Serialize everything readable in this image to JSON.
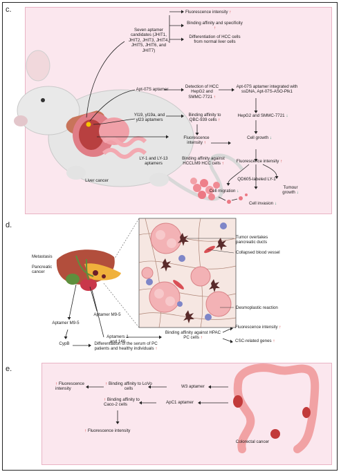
{
  "panel_c": {
    "label": "c.",
    "seven_aptamers": "Seven aptamer candidates (JHIT1, JHIT2, JHIT3, JHIT4, JHIT5, JHIT6, and JHIT7)",
    "fluor1": "Fluorescence intensity",
    "binding_specificity": "Binding affinity and specificity",
    "differentiation_hcc": "Differentiation of HCC cells from normal liver cells",
    "apt07s": "Apt-07S aptamer",
    "detection_hcc": "Detection of HCC HepG2 and SMMC-7721",
    "apt07s_integrated": "Apt-07S aptamer integrated with ssDNA, Apt-07S-ASO-Plk1",
    "hepg2_smmc": "HepG2 and SMMC-7721",
    "cell_growth": "Cell growth",
    "yl_aptamers": "Yl19, yl19a, and yl23 aptamers",
    "binding_qbc": "Binding affinity to QBC-939 cells",
    "fluor2": "Fluorescence intensity",
    "ly_aptamers": "LY-1 and LY-13 aptamers",
    "binding_hcclm9": "Binding affinity against HCCLM9 HCC cells",
    "fluor3": "Fluorescence intensity",
    "qd605": "QD605-labeled LY-1",
    "cell_migration": "Cell migration",
    "tumour_growth": "Tumour growth",
    "cell_invasion": "Cell invasion",
    "liver_cancer": "Liver cancer"
  },
  "panel_d": {
    "label": "d.",
    "metastasis": "Metastasis",
    "pancreatic_cancer": "Pancreatic cancer",
    "aptamer_m95_a": "Aptamer M9-5",
    "aptamer_m95_b": "Aptamer M9-5",
    "cypb": "CypB",
    "differentiation_pc": "Differentiation of the serum of PC patients and healthy individuals",
    "aptamers_1_146": "Aptamers 1 and 146",
    "binding_hpac": "Binding affinity against HPAC PC cells",
    "fluor": "Fluorescence intensity",
    "csc": "CSC-related genes",
    "tumor_overtakes": "Tumor overtakes pancreatic ducts",
    "collapsed_vessel": "Collapsed blood vessel",
    "desmoplastic": "Desmoplastic reaction"
  },
  "panel_e": {
    "label": "e.",
    "fluor_a": "Fluorescence intensity",
    "binding_lovo": "Binding affinity to LoVo cells",
    "w3": "W3 aptamer",
    "binding_caco2": "Binding affinity to Caco-2 cells",
    "apc1": "ApC1 aptamer",
    "fluor_b": "Fluorescence intensity",
    "colorectal_cancer": "Colorectal cancer"
  },
  "colors": {
    "panel_bg": "#fbe7ee",
    "up_arrow": "#d43b3b",
    "down_arrow": "#3a8f6e",
    "arrow": "#222222"
  },
  "symbols": {
    "up": "↑",
    "down": "↓"
  }
}
